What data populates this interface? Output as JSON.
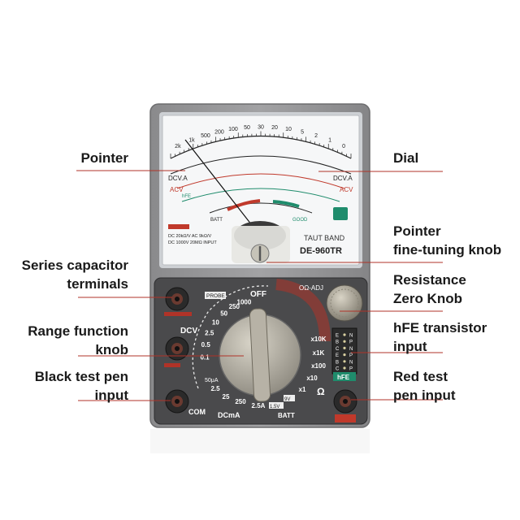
{
  "labels": {
    "left": [
      {
        "id": "pointer",
        "lines": [
          "Pointer"
        ]
      },
      {
        "id": "series-capacitor",
        "lines": [
          "Series capacitor",
          "terminals"
        ]
      },
      {
        "id": "range-knob",
        "lines": [
          "Range function",
          "knob"
        ]
      },
      {
        "id": "black-pen",
        "lines": [
          "Black test pen",
          "input"
        ]
      }
    ],
    "right": [
      {
        "id": "dial",
        "lines": [
          "Dial"
        ]
      },
      {
        "id": "fine-tuning",
        "lines": [
          "Pointer",
          "fine-tuning knob"
        ]
      },
      {
        "id": "resistance-zero",
        "lines": [
          "Resistance",
          "Zero Knob"
        ]
      },
      {
        "id": "hfe",
        "lines": [
          "hFE transistor",
          "input"
        ]
      },
      {
        "id": "red-pen",
        "lines": [
          "Red test",
          "pen input"
        ]
      }
    ]
  },
  "meter": {
    "brand": "TAUT BAND",
    "model": "DE-960TR",
    "spec_line1": "DC 20kΩ/V   AC 9kΩ/V",
    "spec_line2": "DC 1000V 20MΩ INPUT",
    "top_scale": [
      "2k",
      "1k",
      "500",
      "200",
      "100",
      "50",
      "30",
      "20",
      "10",
      "5",
      "2",
      "1",
      "0"
    ],
    "dcv_label": "DCV.A",
    "acv_label": "ACV",
    "hfe_scale_label": "hFE",
    "batt_label": "BATT",
    "good_label": "GOOD"
  },
  "panel": {
    "off_label": "OFF",
    "probe_label": "PROBE",
    "adj_label": "OΩ-ADJ",
    "dcv_label": "DCV",
    "dcma_label": "DCmA",
    "batt_label": "BATT",
    "com_label": "COM",
    "ohm_label": "Ω",
    "hfe_label": "hFE",
    "batt_ranges": [
      "9V",
      "1.5V"
    ],
    "dcv_ranges": [
      "1000",
      "250",
      "50",
      "10",
      "2.5",
      "0.5",
      "0.1"
    ],
    "ua_range": "50μA",
    "dcma_ranges": [
      "2.5",
      "25",
      "250",
      "2.5A"
    ],
    "ohm_ranges": [
      "x10K",
      "x1K",
      "x100",
      "x10",
      "x1"
    ],
    "hfe_pins": [
      "E",
      "B",
      "C",
      "E",
      "B",
      "C"
    ],
    "hfe_pins_right": [
      "N",
      "P",
      "N",
      "P",
      "N",
      "P"
    ]
  }
}
